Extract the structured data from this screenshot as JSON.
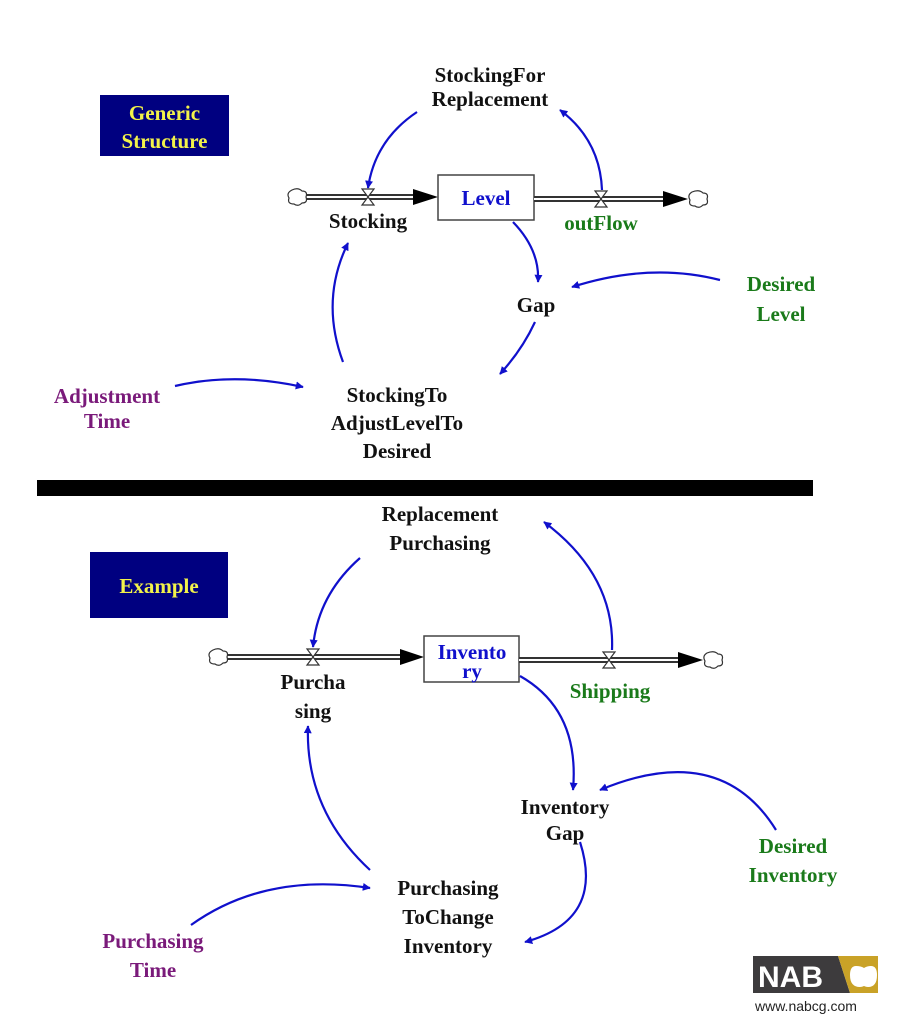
{
  "generic": {
    "section_label": [
      "Generic",
      "Structure"
    ],
    "stock": "Level",
    "inflow": "Stocking",
    "outflow": "outFlow",
    "replacement": [
      "StockingFor",
      "Replacement"
    ],
    "gap": "Gap",
    "desired": [
      "Desired",
      "Level"
    ],
    "adjust": [
      "StockingTo",
      "AdjustLevelTo",
      "Desired"
    ],
    "time": [
      "Adjustment",
      "Time"
    ]
  },
  "example": {
    "section_label": "Example",
    "stock": [
      "Invento",
      "ry"
    ],
    "inflow": [
      "Purcha",
      "sing"
    ],
    "outflow": "Shipping",
    "replacement": [
      "Replacement",
      "Purchasing"
    ],
    "gap": [
      "Inventory",
      "Gap"
    ],
    "desired": [
      "Desired",
      "Inventory"
    ],
    "adjust": [
      "Purchasing",
      "ToChange",
      "Inventory"
    ],
    "time": [
      "Purchasing",
      "Time"
    ]
  },
  "logo": {
    "brand": "NAB",
    "url": "www.nabcg.com"
  },
  "colors": {
    "section_box": "#000080",
    "section_text": "#f2f24a",
    "link": "#1010cc",
    "stock_text": "#1010cc",
    "outflow_text": "#1a7a1a",
    "time_text": "#7a1a7a",
    "logo_dark": "#3d3b3d",
    "logo_gold": "#c9a227"
  }
}
